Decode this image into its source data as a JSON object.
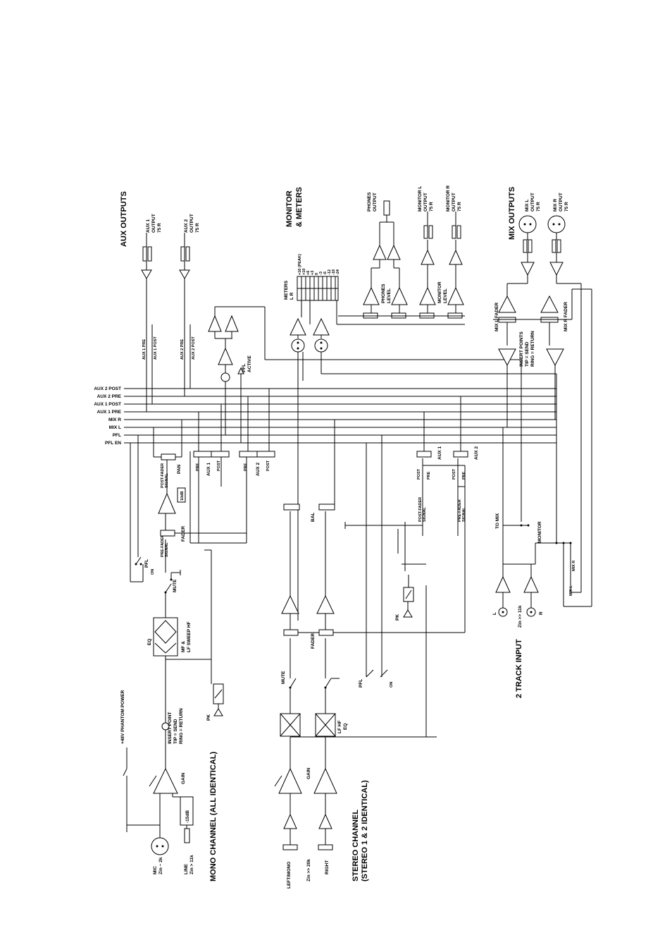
{
  "sections": {
    "aux_outputs": "AUX OUTPUTS",
    "monitor_meters": "MONITOR\n& METERS",
    "mix_outputs": "MIX OUTPUTS",
    "mono_channel": "MONO CHANNEL (ALL IDENTICAL)",
    "stereo_channel": "STEREO CHANNEL\n(STEREO 1 & 2 IDENTICAL)",
    "two_track_input": "2 TRACK INPUT"
  },
  "buses": [
    "AUX 2 POST",
    "AUX 2 PRE",
    "AUX 1 POST",
    "AUX 1 PRE",
    "MIX R",
    "MIX L",
    "PFL",
    "PFL EN"
  ],
  "aux_outputs": [
    {
      "jack": "AUX 1\nOUTPUT\n75 R",
      "pre": "AUX 1 PRE",
      "post": "AUX 1 POST"
    },
    {
      "jack": "AUX 2\nOUTPUT\n75 R",
      "pre": "AUX 2 PRE",
      "post": "AUX 2 POST"
    }
  ],
  "monitor": {
    "phones_output": "PHONES\nOUTPUT",
    "monitor_l_output": "MONITOR L\nOUTPUT\n75 R",
    "monitor_r_output": "MONITOR R\nOUTPUT\n75 R",
    "phones_level": "PHONES\nLEVEL",
    "monitor_level": "MONITOR\nLEVEL",
    "meters_title": "METERS",
    "meters_lr": "L    R",
    "meter_scale": [
      "+16 (PEAK)",
      "+10",
      "+6",
      "+3",
      "0",
      "-3",
      "-6",
      "-12",
      "-18",
      "-24"
    ],
    "pfl_active": "PFL\nACTIVE"
  },
  "mix_outputs": {
    "mix_l_output": "MIX L\nOUTPUT\n75 R",
    "mix_r_output": "MIX R\nOUTPUT\n75 R",
    "mix_l_fader": "MIX L FADER",
    "mix_r_fader": "MIX R FADER",
    "insert_points": "INSERT POINTS\nTIP = SEND\nRING = RETURN",
    "to_mix": "TO MIX",
    "monitor": "MONITOR",
    "mix_r": "MIX R",
    "mix_l": "MIX L"
  },
  "mono": {
    "mic": "MIC\nZin ~ 2k",
    "line": "LINE\nZin > 11k",
    "phantom": "+48V PHANTOM POWER",
    "pad": "-15dB",
    "gain": "GAIN",
    "insert_point": "INSERT POINT\nTIP = SEND\nRING = RETURN",
    "eq": "EQ",
    "eq_bands": "MF &\nLF SWEEP  HF",
    "pk": "PK",
    "mute": "MUTE",
    "pfl": "PFL",
    "sw_on": "ON",
    "pre_fader_signal": "PRE-FADER\nSIGNAL",
    "fader": "FADER",
    "ten_db": "10dB",
    "post_fader_signal": "POST-FADER\nSIGNAL",
    "pan": "PAN",
    "aux1": "AUX 1",
    "aux2": "AUX 2",
    "pre": "PRE",
    "post": "POST"
  },
  "stereo": {
    "left_mono": "LEFT/MONO",
    "zin": "Zin >> 20k",
    "right": "RIGHT",
    "gain": "GAIN",
    "eq": "LF  HF\nEQ",
    "mute": "MUTE",
    "pfl": "PFL",
    "sw_on": "ON",
    "fader": "FADER",
    "bal": "BAL",
    "pk": "PK",
    "post_fader_signal": "POST-FADER\nSIGNAL",
    "pre_fader_signal": "PRE-FADER\nSIGNAL",
    "aux1": "AUX 1",
    "aux2": "AUX 2",
    "post": "POST",
    "pre": "PRE"
  },
  "two_track": {
    "l": "L",
    "r": "R",
    "zin": "Zin >> 11k"
  }
}
